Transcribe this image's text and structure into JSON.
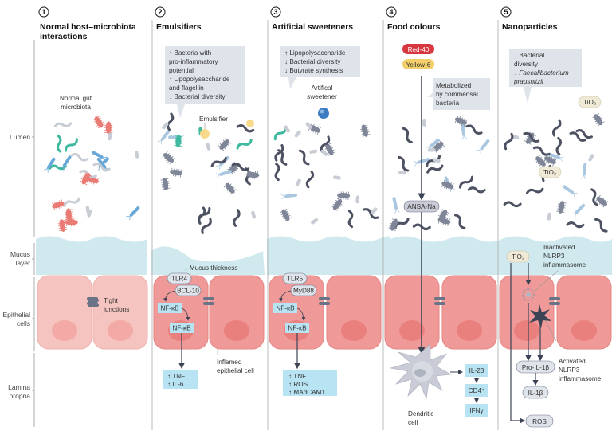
{
  "rows": {
    "lumen": "Lumen",
    "mucus": [
      "Mucus",
      "layer"
    ],
    "epithelial": [
      "Epithelial",
      "cells"
    ],
    "lamina": [
      "Lamina",
      "propria"
    ]
  },
  "panels": [
    {
      "number": "1",
      "title": [
        "Normal host–microbiota",
        "interactions"
      ],
      "label_microbiota": [
        "Normal gut",
        "microbiota"
      ],
      "label_junction": [
        "Tight",
        "junctions"
      ]
    },
    {
      "number": "2",
      "title": [
        "Emulsifiers"
      ],
      "callout": [
        "↑ Bacteria with",
        "   pro-inflammatory",
        "   potential",
        "↑ Lipopolysaccharide",
        "   and flagellin",
        "↓ Bacterial diversity"
      ],
      "agent_label": "Emulsifier",
      "mucus_note": "↓ Mucus thickness",
      "pathway": [
        "TLR4",
        "BCL-10",
        "NF-κB",
        "NF-κB"
      ],
      "output": [
        "↑ TNF",
        "↑ IL-6"
      ],
      "cell_label": [
        "Inflamed",
        "epithelial cell"
      ]
    },
    {
      "number": "3",
      "title": [
        "Artificial sweeteners"
      ],
      "callout": [
        "↑ Lipopolysaccharide",
        "↓ Bacterial diversity",
        "↓ Butyrate synthesis"
      ],
      "agent_label": [
        "Artifical",
        "sweetener"
      ],
      "pathway": [
        "TLR5",
        "MyD88",
        "NF-κB",
        "NF-κB"
      ],
      "output": [
        "↑ TNF",
        "↑ ROS",
        "↑ MAdCAM1"
      ]
    },
    {
      "number": "4",
      "title": [
        "Food colours"
      ],
      "dyes": [
        {
          "name": "Red-40",
          "color": "#d8373f"
        },
        {
          "name": "Yellow-6",
          "color": "#f2cf6b"
        }
      ],
      "callout": [
        "Metabolized",
        "by commensal",
        "bacteria"
      ],
      "metabolite": "ANSA-Na",
      "cell_label": [
        "Dendritic",
        "cell"
      ],
      "cascade": [
        "IL-23",
        "CD4⁺",
        "IFNγ"
      ]
    },
    {
      "number": "5",
      "title": [
        "Nanoparticles"
      ],
      "callout": [
        "↓ Bacterial",
        "   diversity",
        "↓ Faecalibacterium",
        "   prausnitzii"
      ],
      "particle": "TiO₂",
      "inactive_label": [
        "Inactivated",
        "NLRP3",
        "inflammasome"
      ],
      "active_label": [
        "Activated",
        "NLRP3",
        "inflammasome"
      ],
      "outputs": [
        "Pro-IL-1β",
        "IL-1β",
        "ROS"
      ]
    }
  ],
  "colors": {
    "mucus": "#cfe9ee",
    "cell_normal": "#f6c4c0",
    "cell_inflamed": "#ef9a98",
    "bacteria_green": "#3fb9a0",
    "bacteria_red": "#ea7b74",
    "bacteria_blue": "#6aa8d8",
    "bacteria_dark": "#4d5263",
    "callout": "#dfe3ea",
    "output_box": "#b8e3f3"
  }
}
